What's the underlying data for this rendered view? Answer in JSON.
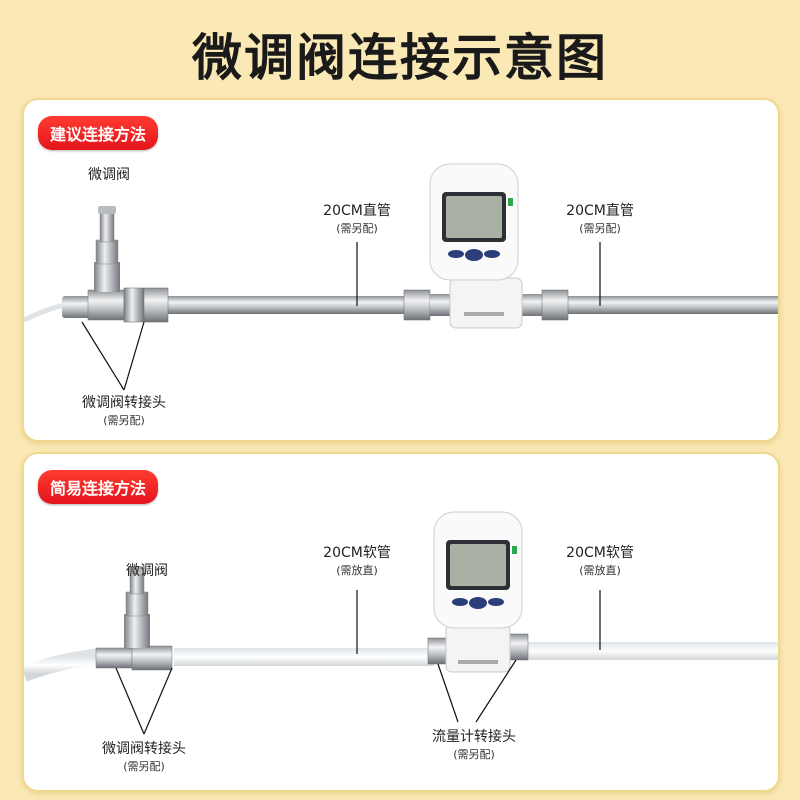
{
  "title": "微调阀连接示意图",
  "recommended": {
    "badge": "建议连接方法",
    "valve_label": "微调阀",
    "pipe_left_label": "20CM直管",
    "pipe_left_note": "(需另配)",
    "pipe_right_label": "20CM直管",
    "pipe_right_note": "(需另配)",
    "adapter_label": "微调阀转接头",
    "adapter_note": "(需另配)"
  },
  "simple": {
    "badge": "简易连接方法",
    "valve_label": "微调阀",
    "hose_left_label": "20CM软管",
    "hose_left_note": "(需放直)",
    "hose_right_label": "20CM软管",
    "hose_right_note": "(需放直)",
    "adapter_label": "微调阀转接头",
    "adapter_note": "(需另配)",
    "meter_adapter_label": "流量计转接头",
    "meter_adapter_note": "(需另配)"
  }
}
